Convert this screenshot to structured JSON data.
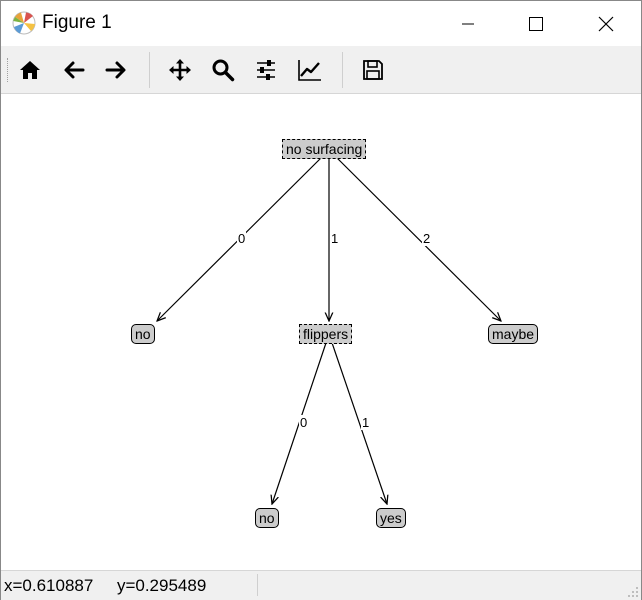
{
  "window": {
    "title": "Figure 1"
  },
  "toolbar": {
    "buttons": [
      {
        "name": "home",
        "icon": "home-icon"
      },
      {
        "name": "back",
        "icon": "arrow-left-icon"
      },
      {
        "name": "forward",
        "icon": "arrow-right-icon"
      },
      {
        "name": "pan",
        "icon": "move-icon"
      },
      {
        "name": "zoom",
        "icon": "magnifier-icon"
      },
      {
        "name": "configure-subplots",
        "icon": "sliders-icon"
      },
      {
        "name": "edit-axis",
        "icon": "line-chart-icon"
      },
      {
        "name": "save",
        "icon": "floppy-disk-icon"
      }
    ]
  },
  "tree": {
    "root": "no surfacing",
    "root_edges": [
      "0",
      "1",
      "2"
    ],
    "children": [
      "no",
      "flippers",
      "maybe"
    ],
    "sub_edges": [
      "0",
      "1"
    ],
    "sub_children": [
      "no",
      "yes"
    ]
  },
  "status": {
    "coords": "x=0.610887     y=0.295489"
  },
  "colors": {
    "node_fill": "#cccccc",
    "toolbar_bg": "#f0f0f0"
  }
}
